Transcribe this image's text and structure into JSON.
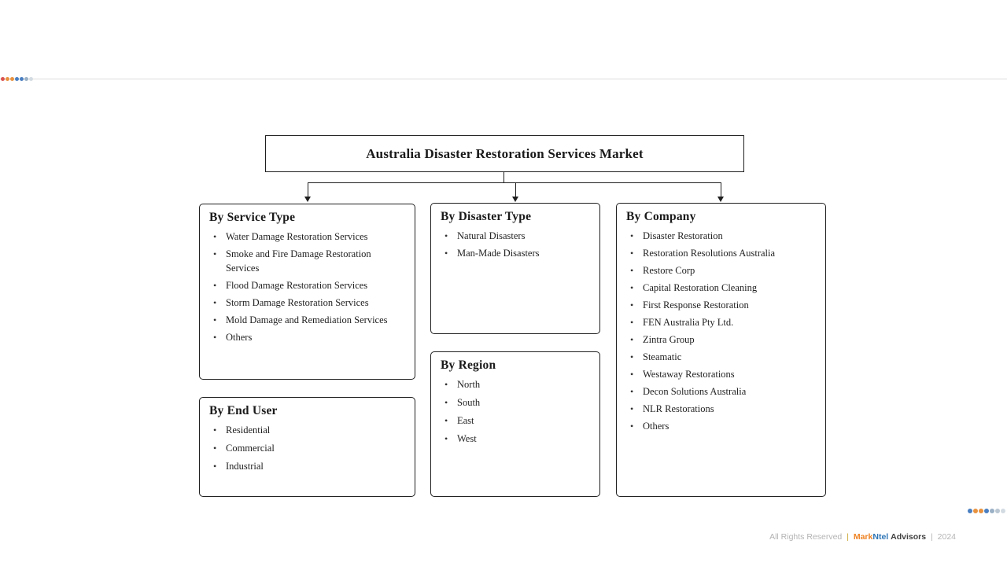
{
  "diagram": {
    "title": "Australia Disaster Restoration Services Market"
  },
  "boxes": [
    {
      "id": "service-type",
      "title": "By Service Type",
      "items": [
        "Water Damage Restoration Services",
        "Smoke and Fire Damage Restoration Services",
        "Flood Damage Restoration Services",
        "Storm Damage Restoration Services",
        "Mold Damage and Remediation Services",
        "Others"
      ]
    },
    {
      "id": "end-user",
      "title": "By End User",
      "items": [
        "Residential",
        "Commercial",
        "Industrial"
      ]
    },
    {
      "id": "disaster-type",
      "title": "By Disaster Type",
      "items": [
        "Natural Disasters",
        "Man-Made Disasters"
      ]
    },
    {
      "id": "region",
      "title": "By Region",
      "items": [
        "North",
        "South",
        "East",
        "West"
      ]
    },
    {
      "id": "company",
      "title": "By Company",
      "items": [
        "Disaster Restoration",
        "Restoration Resolutions Australia",
        "Restore Corp",
        "Capital Restoration Cleaning",
        "First Response Restoration",
        "FEN Australia Pty Ltd.",
        "Zintra Group",
        "Steamatic",
        "Westaway Restorations",
        "Decon Solutions Australia",
        "NLR Restorations",
        "Others"
      ]
    }
  ],
  "footer": {
    "rights": "All Rights Reserved",
    "sep1": "|",
    "brand_mark": "Mark",
    "brand_ntel": "Ntel",
    "brand_advisors": "Advisors",
    "sep2": "|",
    "year": "2024"
  },
  "colors": {
    "border": "#1f1f1f",
    "divider_gray": "#dcdcdc",
    "accent_orange": "#e8923f",
    "accent_blue": "#4a7fc1",
    "footer_gray": "#b3b3b3"
  },
  "decorations": {
    "top_left_dots": [
      "#d9534f",
      "#e8923f",
      "#e8923f",
      "#4a7fc1",
      "#4a7fc1",
      "#9ab0c4",
      "#d3dbe2"
    ],
    "bottom_right_dots": [
      "#4a7fc1",
      "#e8923f",
      "#e8923f",
      "#4a7fc1",
      "#9ab0c4",
      "#b9c6d2",
      "#d3dbe2"
    ]
  }
}
